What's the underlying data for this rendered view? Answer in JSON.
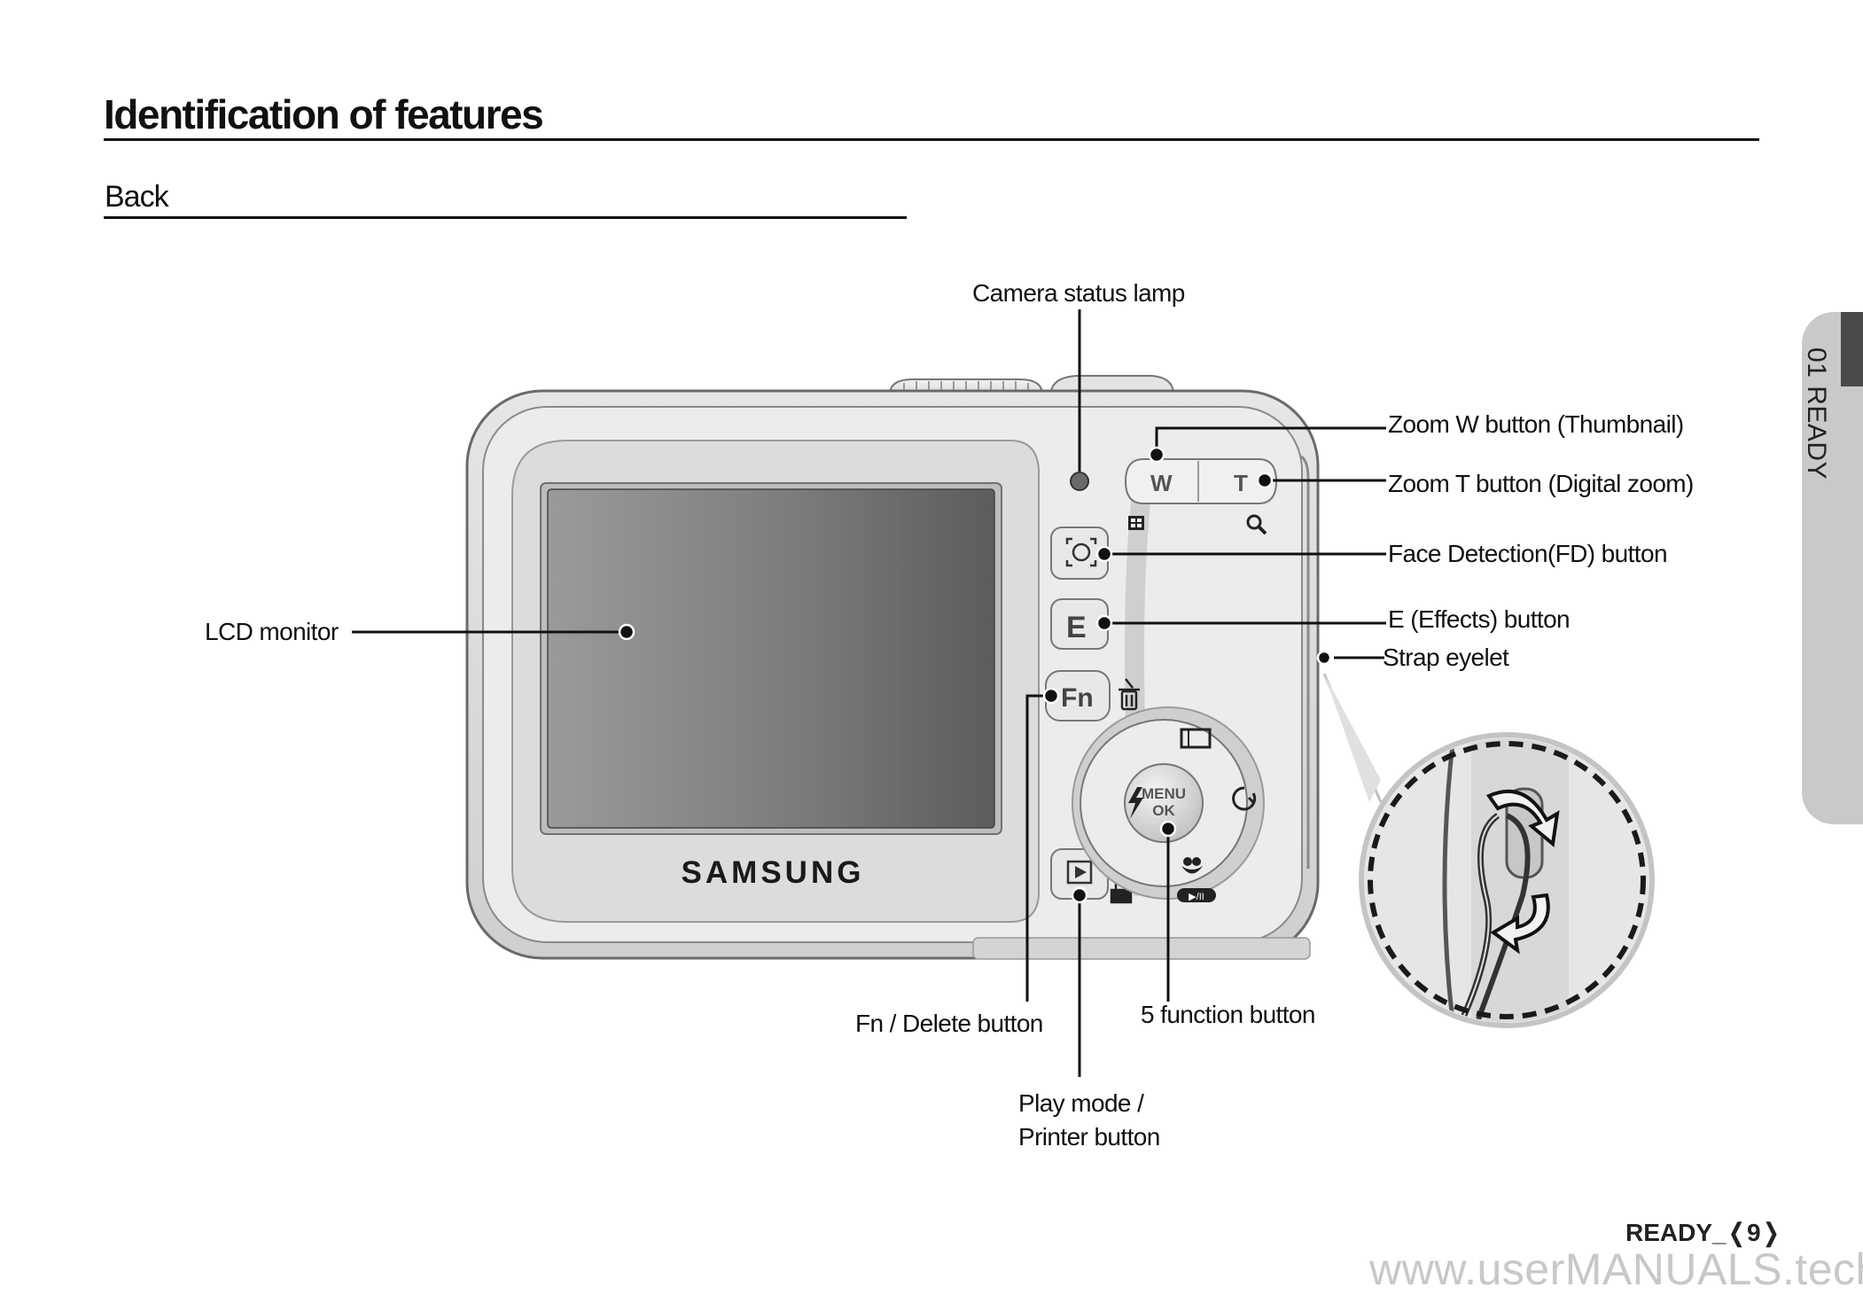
{
  "page": {
    "title": "Identification of features",
    "section": "Back",
    "side_tab": "01 READY",
    "footer": "READY_❬9❭",
    "watermark": "www.userMANUALS.tech"
  },
  "camera": {
    "brand": "SAMSUNG",
    "zoom_w_key": "W",
    "zoom_t_key": "T",
    "effects_key": "E",
    "fn_key": "Fn",
    "menu_line1": "MENU",
    "menu_line2": "OK"
  },
  "callouts": {
    "status_lamp": "Camera status lamp",
    "zoom_w": "Zoom W button (Thumbnail)",
    "zoom_t": "Zoom T button (Digital zoom)",
    "face_detection": "Face Detection(FD) button",
    "effects": "E (Effects) button",
    "strap_eyelet": "Strap eyelet",
    "lcd_monitor": "LCD monitor",
    "fn_delete": "Fn / Delete button",
    "five_function": "5 function button",
    "play_mode_line1": "Play mode /",
    "play_mode_line2": "Printer button"
  },
  "icons": [
    "thumbnail-icon",
    "magnifier-icon",
    "face-detection-icon",
    "trash-icon",
    "display-icon",
    "flash-icon",
    "timer-icon",
    "macro-icon",
    "play-icon",
    "printer-icon",
    "voice-icon",
    "rotate-arrow-icon"
  ],
  "colors": {
    "ink": "#111111",
    "tab": "#c9c9c9",
    "tab_mark": "#4a4a4a",
    "watermark": "#c8c8c8"
  }
}
